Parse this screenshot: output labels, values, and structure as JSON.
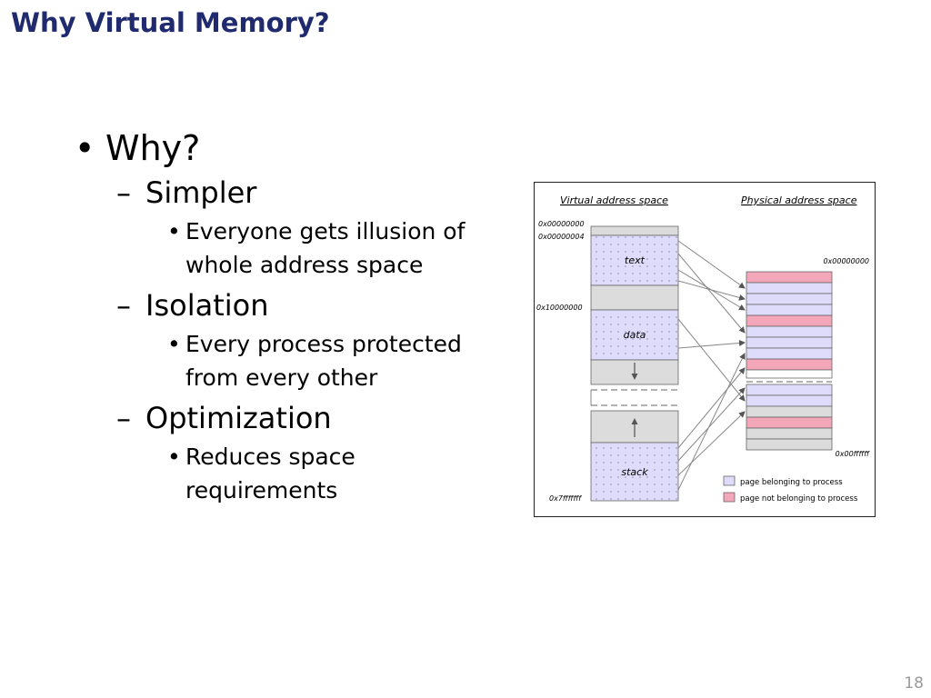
{
  "slide": {
    "title": "Why Virtual Memory?",
    "page_number": "18"
  },
  "outline": {
    "level1": "Why?",
    "sections": [
      {
        "heading": "Simpler",
        "detail": "Everyone gets illusion of whole address space"
      },
      {
        "heading": "Isolation",
        "detail": "Every process protected from every other"
      },
      {
        "heading": "Optimization",
        "detail": "Reduces space requirements"
      }
    ]
  },
  "figure": {
    "virtual_title": "Virtual address space",
    "physical_title": "Physical address space",
    "virtual_addresses": [
      "0x00000000",
      "0x00000004",
      "0x10000000",
      "0x7fffffff"
    ],
    "physical_addresses": [
      "0x00000000",
      "0x00ffffff"
    ],
    "segments": [
      "text",
      "data",
      "stack"
    ],
    "legend": [
      "page belonging to process",
      "page not belonging to process"
    ],
    "colors": {
      "belonging": "#dedcfa",
      "not_belonging": "#f4a7b9",
      "unused": "#dcdcdc"
    }
  }
}
